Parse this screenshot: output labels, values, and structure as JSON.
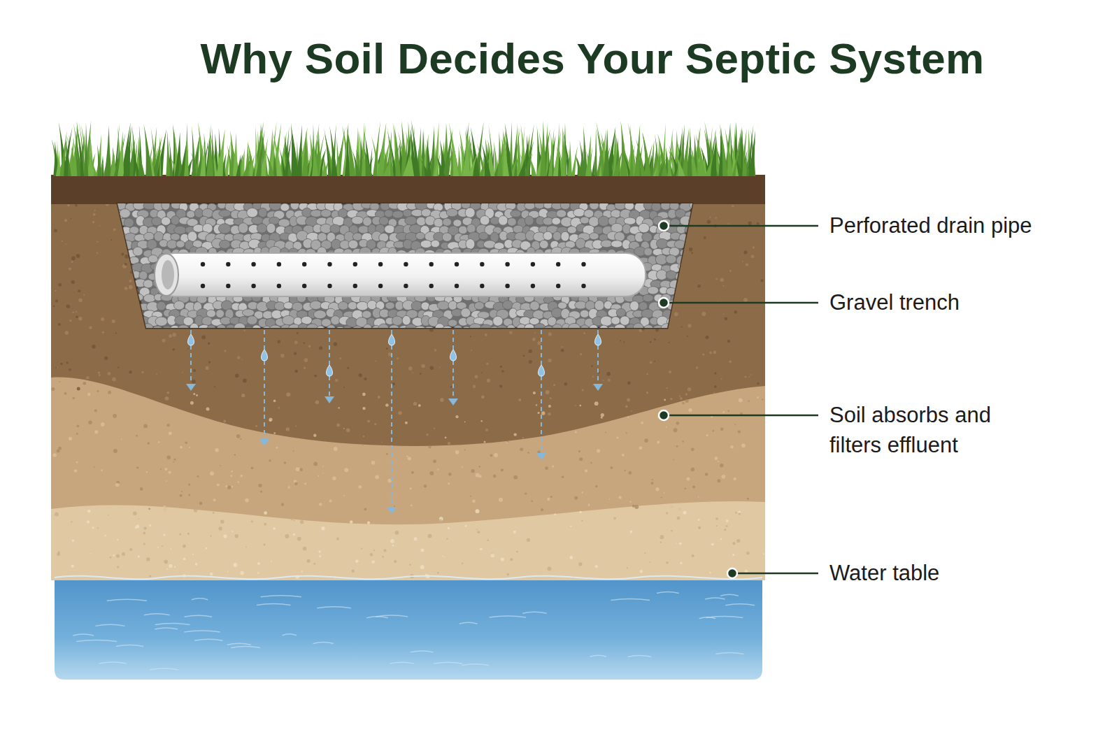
{
  "diagram": {
    "title": "Why Soil Decides Your Septic System",
    "labels": [
      "Perforated drain pipe",
      "Gravel trench",
      "Soil absorbs and filters effluent",
      "Water table"
    ]
  }
}
